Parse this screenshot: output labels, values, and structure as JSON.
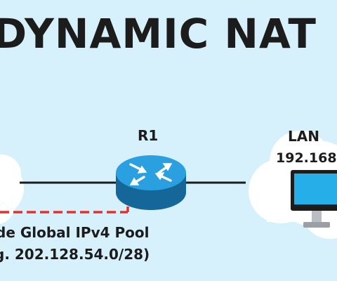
{
  "title": "DYNAMIC NAT",
  "router": {
    "name": "R1"
  },
  "lan": {
    "name": "LAN",
    "network": "192.168."
  },
  "pool": {
    "line1": "de Global IPv4 Pool",
    "line2": "g. 202.128.54.0/28)"
  },
  "colors": {
    "background": "#d6f1fb",
    "cloud": "#ffffff",
    "router": "#1f8fd1",
    "dashed_link": "#e0322f",
    "monitor_screen": "#25aee8"
  },
  "icons": [
    "cloud-icon",
    "router-icon",
    "monitor-icon"
  ]
}
